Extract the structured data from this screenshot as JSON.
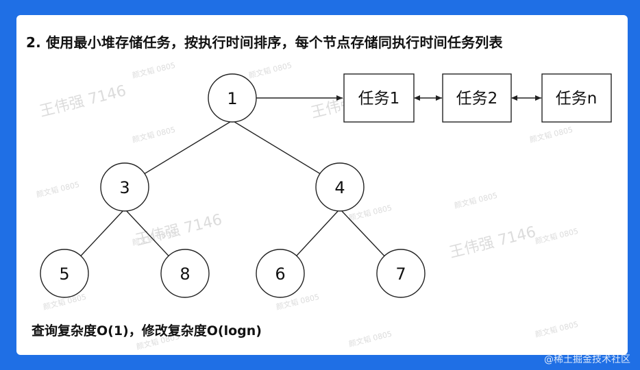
{
  "title": "2. 使用最小堆存储任务，按执行时间排序，每个节点存储同执行时间任务列表",
  "heap_nodes": [
    "1",
    "3",
    "4",
    "5",
    "8",
    "6",
    "7"
  ],
  "task_list": [
    "任务1",
    "任务2",
    "任务n"
  ],
  "complexity_note": "查询复杂度O(1)，修改复杂度O(logn)",
  "watermarks": {
    "name": "王伟强 7146",
    "id": "颜文韬 0805"
  },
  "credit": "@稀土掘金技术社区",
  "colors": {
    "background": "#1f6fe5",
    "stroke": "#222222"
  }
}
